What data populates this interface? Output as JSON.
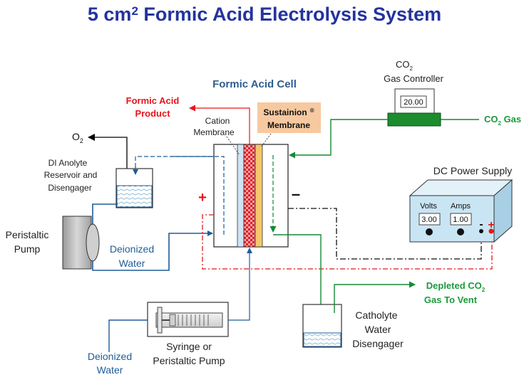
{
  "title": {
    "prefix": "5 cm",
    "sup": "2",
    "suffix": "Formic Acid Electrolysis System"
  },
  "labels": {
    "formic_acid_cell": "Formic Acid Cell",
    "formic_acid_product_1": "Formic Acid",
    "formic_acid_product_2": "Product",
    "cation_membrane_1": "Cation",
    "cation_membrane_2": "Membrane",
    "sustainion_membrane_1": "Sustainion",
    "sustainion_mark": "®",
    "sustainion_membrane_2": "Membrane",
    "o2_main": "O",
    "o2_sub": "2",
    "di_anolyte_1": "DI Anolyte",
    "di_anolyte_2": "Reservoir and",
    "di_anolyte_3": "Disengager",
    "peristaltic_pump_1": "Peristaltic",
    "peristaltic_pump_2": "Pump",
    "deionized_water_1_a": "Deionized",
    "deionized_water_1_b": "Water",
    "plus_sign": "+",
    "minus_sign": "–",
    "co2_ctrl_main": "CO",
    "co2_ctrl_sub": "2",
    "gas_controller": "Gas Controller",
    "co2_gas_main": "CO",
    "co2_gas_sub": "2",
    "co2_gas_suffix": " Gas",
    "dc_power_supply": "DC Power Supply",
    "volts": "Volts",
    "amps": "Amps",
    "depleted_1_main": "Depleted CO",
    "depleted_1_sub": "2",
    "depleted_2": "Gas To Vent",
    "catholyte_1": "Catholyte",
    "catholyte_2": "Water",
    "catholyte_3": "Disengager",
    "syringe_1": "Syringe or",
    "syringe_2": "Peristaltic Pump",
    "deionized_water_2_a": "Deionized",
    "deionized_water_2_b": "Water"
  },
  "readouts": {
    "co2_flow": "20.00",
    "volts": "3.00",
    "amps": "1.00"
  },
  "colors": {
    "title": "#23339f",
    "anode_line": "#1f5c99",
    "cathode_line": "#138a36",
    "red_label": "#e8141b",
    "green_label": "#1b9a3b",
    "sustainion_box": "#f7c9a0",
    "controller_base": "#1c8c2d",
    "power_supply": "#c9e5f3",
    "catholyte_line": "#138a36"
  }
}
